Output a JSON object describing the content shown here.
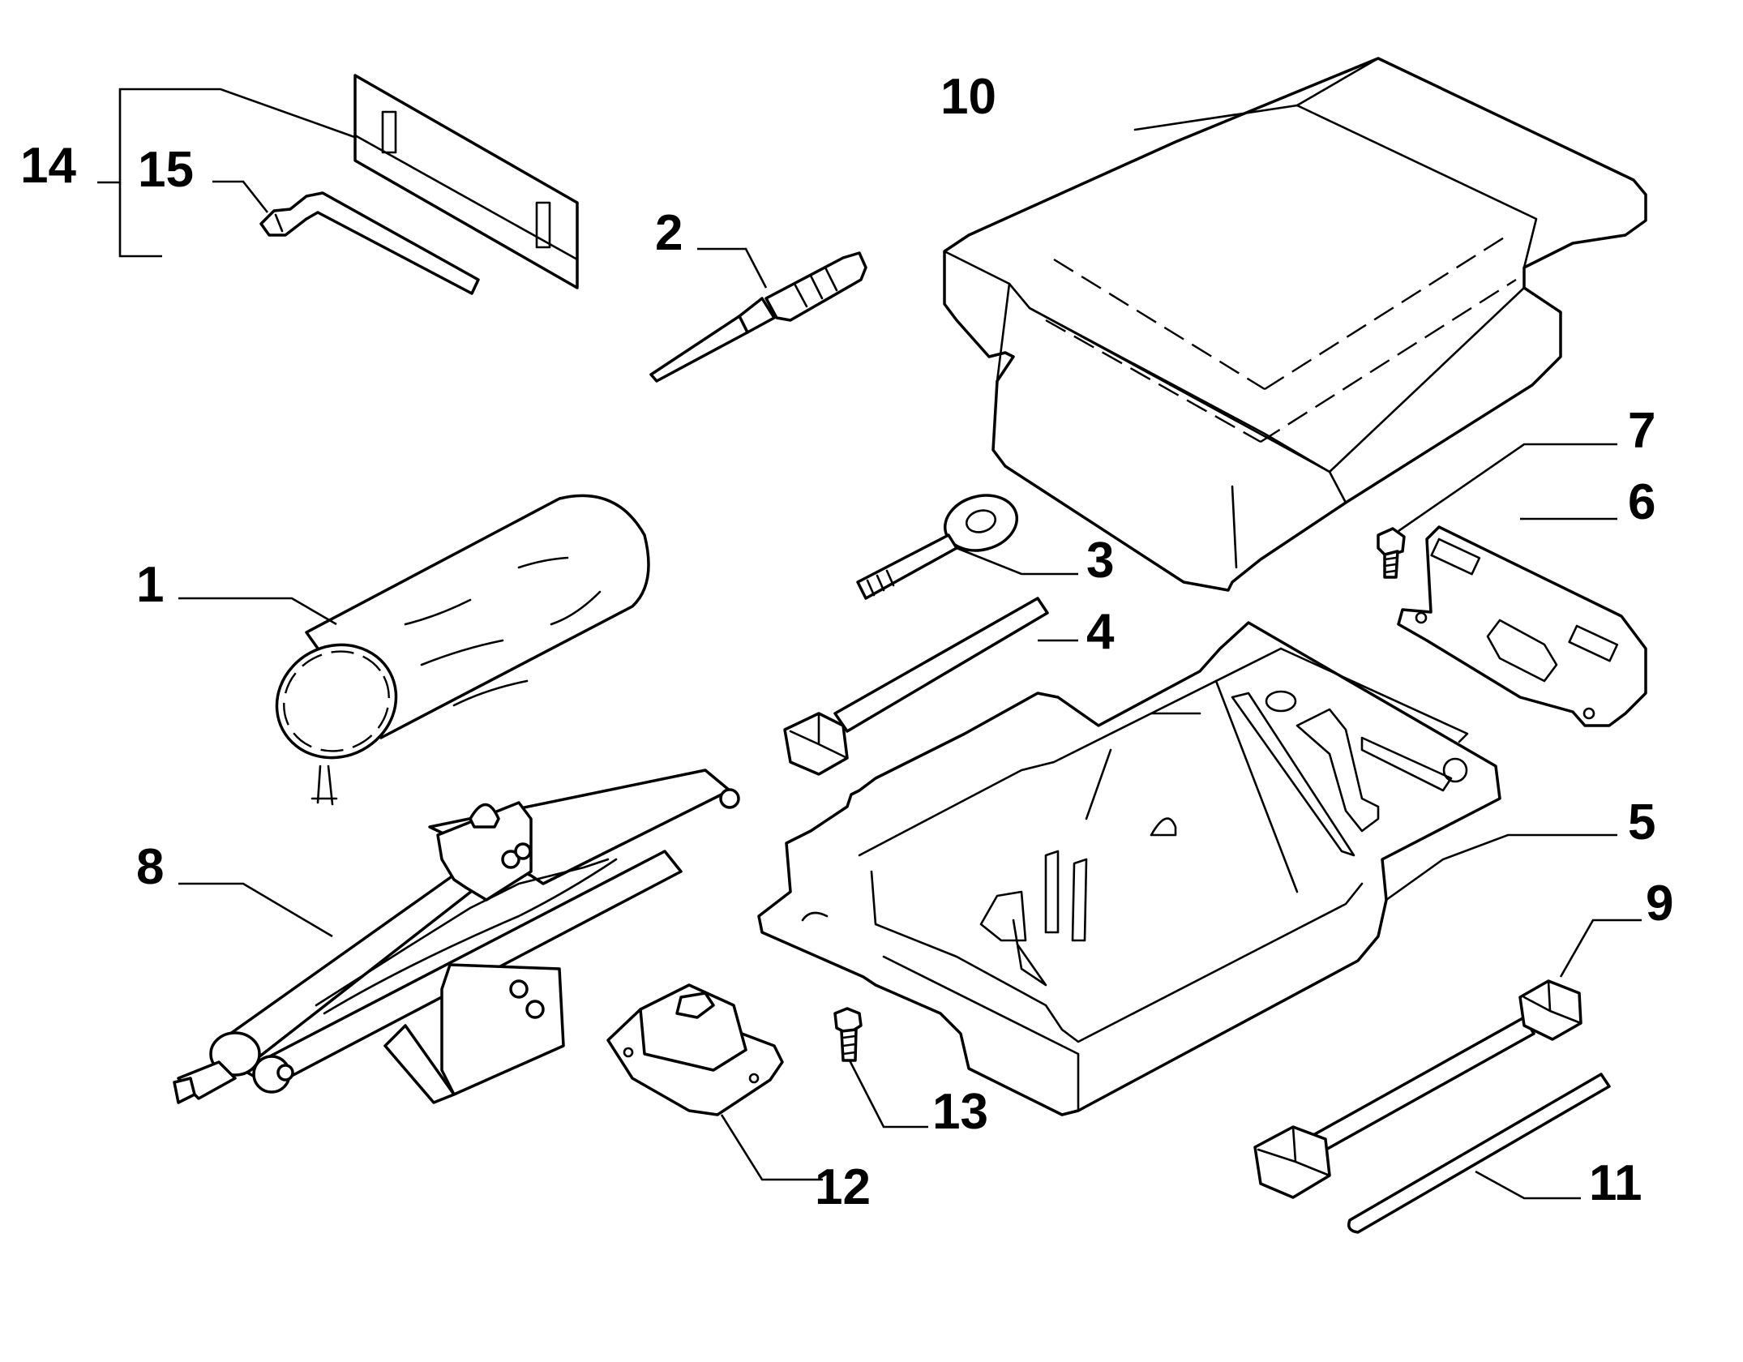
{
  "diagram": {
    "background": "#ffffff",
    "line_color": "#000000",
    "parts": [
      {
        "ref": "1",
        "icon": "wrapped-cloth-bag-icon"
      },
      {
        "ref": "2",
        "icon": "screwdriver-icon"
      },
      {
        "ref": "3",
        "icon": "towing-eye-icon"
      },
      {
        "ref": "4",
        "icon": "box-spanner-bar-icon"
      },
      {
        "ref": "5",
        "icon": "tool-tray-icon"
      },
      {
        "ref": "6",
        "icon": "mounting-bracket-icon"
      },
      {
        "ref": "7",
        "icon": "bolt-icon"
      },
      {
        "ref": "8",
        "icon": "scissor-jack-icon"
      },
      {
        "ref": "9",
        "icon": "wheel-brace-icon"
      },
      {
        "ref": "10",
        "icon": "tray-cover-icon"
      },
      {
        "ref": "11",
        "icon": "tommy-bar-icon"
      },
      {
        "ref": "12",
        "icon": "jack-pad-icon"
      },
      {
        "ref": "13",
        "icon": "screw-icon"
      },
      {
        "ref": "14",
        "icon": "tool-kit-group-bracket"
      },
      {
        "ref": "15",
        "icon": "allen-key-icon"
      }
    ]
  }
}
